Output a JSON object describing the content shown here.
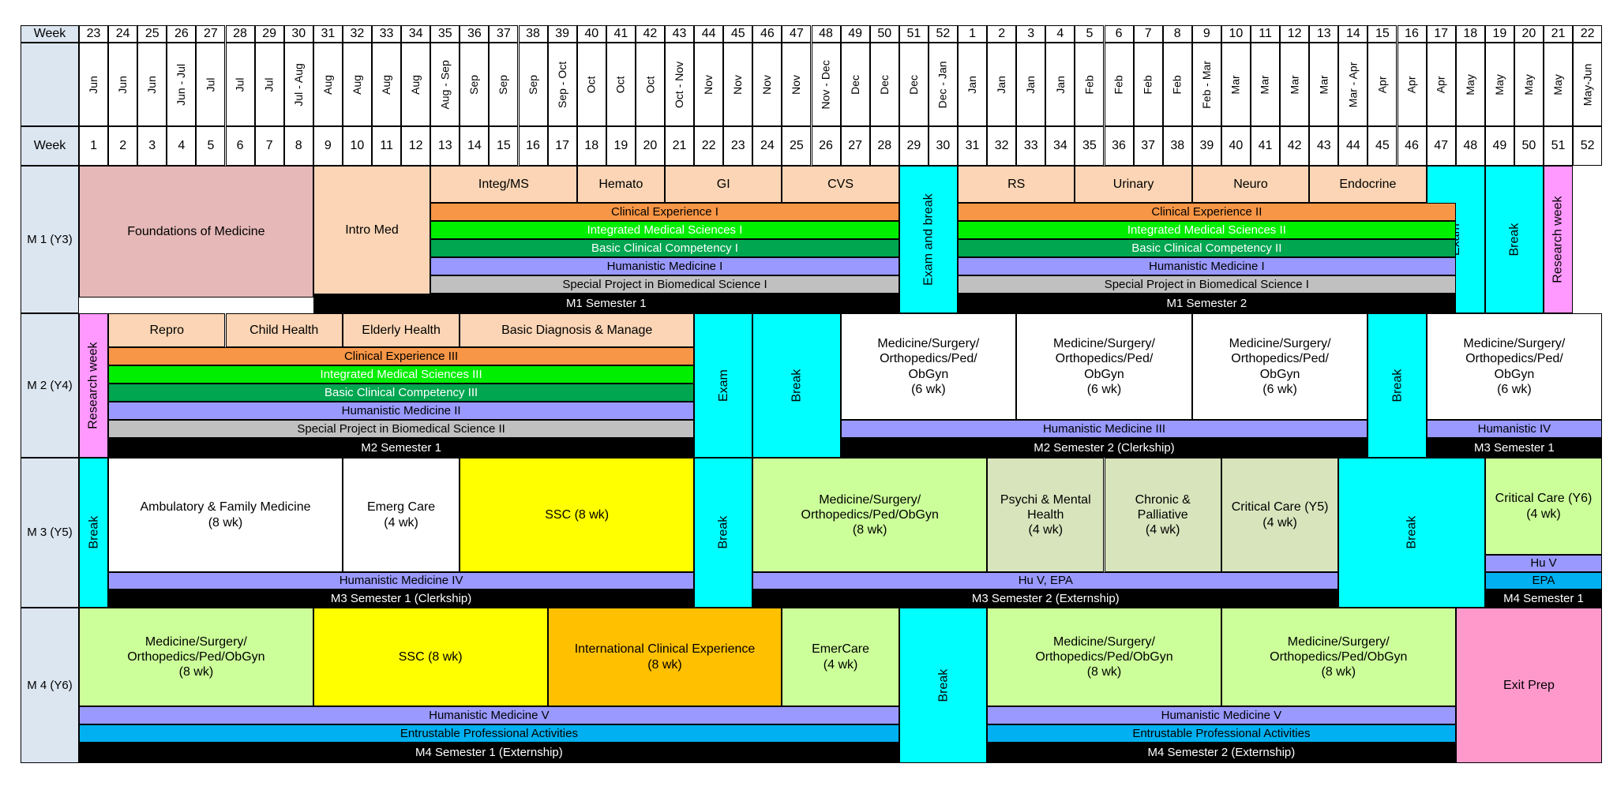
{
  "calendar_weeks": [
    "23",
    "24",
    "25",
    "26",
    "27",
    "28",
    "29",
    "30",
    "31",
    "32",
    "33",
    "34",
    "35",
    "36",
    "37",
    "38",
    "39",
    "40",
    "41",
    "42",
    "43",
    "44",
    "45",
    "46",
    "47",
    "48",
    "49",
    "50",
    "51",
    "52",
    "1",
    "2",
    "3",
    "4",
    "5",
    "6",
    "7",
    "8",
    "9",
    "10",
    "11",
    "12",
    "13",
    "14",
    "15",
    "16",
    "17",
    "18",
    "19",
    "20",
    "21",
    "22"
  ],
  "months": [
    "Jun",
    "Jun",
    "Jun",
    "Jun - Jul",
    "Jul",
    "Jul",
    "Jul",
    "Jul - Aug",
    "Aug",
    "Aug",
    "Aug",
    "Aug",
    "Aug - Sep",
    "Sep",
    "Sep",
    "Sep",
    "Sep - Oct",
    "Oct",
    "Oct",
    "Oct",
    "Oct - Nov",
    "Nov",
    "Nov",
    "Nov",
    "Nov",
    "Nov - Dec",
    "Dec",
    "Dec",
    "Dec",
    "Dec - Jan",
    "Jan",
    "Jan",
    "Jan",
    "Jan",
    "Feb",
    "Feb",
    "Feb",
    "Feb",
    "Feb - Mar",
    "Mar",
    "Mar",
    "Mar",
    "Mar",
    "Mar - Apr",
    "Apr",
    "Apr",
    "Apr",
    "May",
    "May",
    "May",
    "May",
    "May-Jun"
  ],
  "academic_weeks": [
    "1",
    "2",
    "3",
    "4",
    "5",
    "6",
    "7",
    "8",
    "9",
    "10",
    "11",
    "12",
    "13",
    "14",
    "15",
    "16",
    "17",
    "18",
    "19",
    "20",
    "21",
    "22",
    "23",
    "24",
    "25",
    "26",
    "27",
    "28",
    "29",
    "30",
    "31",
    "32",
    "33",
    "34",
    "35",
    "36",
    "37",
    "38",
    "39",
    "40",
    "41",
    "42",
    "43",
    "44",
    "45",
    "46",
    "47",
    "48",
    "49",
    "50",
    "51",
    "52"
  ],
  "header_label": "Week",
  "rows": {
    "m1": "M 1 (Y3)",
    "m2": "M 2 (Y4)",
    "m3": "M 3 (Y5)",
    "m4": "M 4 (Y6)"
  },
  "colors": {
    "header_blue": "#dce6f1",
    "rose": "#e6b8b8",
    "peach": "#fbd5b5",
    "orange": "#f79646",
    "green": "#00ee00",
    "dark_green": "#00a650",
    "lavender": "#9999ff",
    "gray": "#c0c0c0",
    "black": "#000000",
    "cyan": "#00ffff",
    "pink": "#ff99ff",
    "light_green": "#ccff99",
    "pale_green": "#d8e4bc",
    "yellow": "#ffff00",
    "gold": "#ffc000",
    "sky": "#00b0f0",
    "exit_pink": "#ff99cc"
  },
  "blocks": [
    {
      "t": "Foundations of Medicine",
      "c": "rose",
      "k": "big"
    },
    {
      "t": "Intro Med",
      "c": "peach",
      "k": "big"
    },
    {
      "t": "Integ/MS",
      "c": "peach",
      "k": "big"
    },
    {
      "t": "Hemato",
      "c": "peach",
      "k": "big"
    },
    {
      "t": "GI",
      "c": "peach",
      "k": "big"
    },
    {
      "t": "CVS",
      "c": "peach",
      "k": "big"
    },
    {
      "t": "Exam and break",
      "c": "cyan",
      "k": "big",
      "v": true
    },
    {
      "t": "RS",
      "c": "peach",
      "k": "big"
    },
    {
      "t": "Urinary",
      "c": "peach",
      "k": "big"
    },
    {
      "t": "Neuro",
      "c": "peach",
      "k": "big"
    },
    {
      "t": "Endocrine",
      "c": "peach",
      "k": "big"
    },
    {
      "t": "Exam",
      "c": "cyan",
      "k": "big",
      "v": true
    },
    {
      "t": "Break",
      "c": "cyan",
      "k": "big",
      "v": true
    },
    {
      "t": "Research week",
      "c": "pink",
      "k": "big",
      "v": true
    },
    {
      "t": "Clinical Experience I",
      "c": "orange",
      "k": "bar"
    },
    {
      "t": "Integrated Medical Sciences I",
      "c": "green",
      "k": "bar",
      "w": true
    },
    {
      "t": "Basic Clinical Competency I",
      "c": "dark_green",
      "k": "bar",
      "w": true
    },
    {
      "t": "Humanistic Medicine I",
      "c": "lavender",
      "k": "bar"
    },
    {
      "t": "Special Project in Biomedical Science I",
      "c": "gray",
      "k": "bar"
    },
    {
      "t": "M1 Semester 1",
      "c": "black",
      "k": "bar",
      "w": true
    },
    {
      "t": "Clinical Experience II",
      "c": "orange",
      "k": "bar"
    },
    {
      "t": "Integrated Medical Sciences II",
      "c": "green",
      "k": "bar",
      "w": true
    },
    {
      "t": "Basic Clinical Competency II",
      "c": "dark_green",
      "k": "bar",
      "w": true
    },
    {
      "t": "Humanistic Medicine I",
      "c": "lavender",
      "k": "bar"
    },
    {
      "t": "Special Project in Biomedical Science I",
      "c": "gray",
      "k": "bar"
    },
    {
      "t": "M1 Semester 2",
      "c": "black",
      "k": "bar",
      "w": true
    },
    {
      "t": "Research week",
      "c": "pink",
      "k": "big",
      "v": true
    },
    {
      "t": "Repro",
      "c": "peach",
      "k": "big"
    },
    {
      "t": "Child Health",
      "c": "peach",
      "k": "big"
    },
    {
      "t": "Elderly Health",
      "c": "peach",
      "k": "big"
    },
    {
      "t": "Basic Diagnosis & Manage",
      "c": "peach",
      "k": "big"
    },
    {
      "t": "Clinical Experience III",
      "c": "orange",
      "k": "bar"
    },
    {
      "t": "Integrated Medical Sciences III",
      "c": "green",
      "k": "bar",
      "w": true
    },
    {
      "t": "Basic Clinical Competency III",
      "c": "dark_green",
      "k": "bar",
      "w": true
    },
    {
      "t": "Humanistic Medicine II",
      "c": "lavender",
      "k": "bar"
    },
    {
      "t": "Special Project in Biomedical Science II",
      "c": "gray",
      "k": "bar"
    },
    {
      "t": "M2 Semester 1",
      "c": "black",
      "k": "bar",
      "w": true
    },
    {
      "t": "Exam",
      "c": "cyan",
      "k": "big",
      "v": true
    },
    {
      "t": "Break",
      "c": "cyan",
      "k": "big",
      "v": true
    },
    {
      "t": "Medicine/Surgery/\nOrthopedics/Ped/\nObGyn\n(6 wk)",
      "c": "white",
      "k": "big"
    },
    {
      "t": "Medicine/Surgery/\nOrthopedics/Ped/\nObGyn\n(6 wk)",
      "c": "white",
      "k": "big"
    },
    {
      "t": "Medicine/Surgery/\nOrthopedics/Ped/\nObGyn\n(6 wk)",
      "c": "white",
      "k": "big"
    },
    {
      "t": "Humanistic Medicine III",
      "c": "lavender",
      "k": "bar"
    },
    {
      "t": "M2 Semester 2 (Clerkship)",
      "c": "black",
      "k": "bar",
      "w": true
    },
    {
      "t": "Break",
      "c": "cyan",
      "k": "big",
      "v": true
    },
    {
      "t": "Medicine/Surgery/\nOrthopedics/Ped/\nObGyn\n(6 wk)",
      "c": "white",
      "k": "big"
    },
    {
      "t": "Humanistic IV",
      "c": "lavender",
      "k": "bar"
    },
    {
      "t": "M3 Semester 1",
      "c": "black",
      "k": "bar",
      "w": true
    },
    {
      "t": "Break",
      "c": "cyan",
      "k": "big",
      "v": true
    },
    {
      "t": "Ambulatory & Family Medicine\n(8 wk)",
      "c": "white",
      "k": "big"
    },
    {
      "t": "Emerg Care\n(4 wk)",
      "c": "white",
      "k": "big"
    },
    {
      "t": "SSC (8 wk)",
      "c": "yellow",
      "k": "big"
    },
    {
      "t": "Humanistic Medicine IV",
      "c": "lavender",
      "k": "bar"
    },
    {
      "t": "M3 Semester 1 (Clerkship)",
      "c": "black",
      "k": "bar",
      "w": true
    },
    {
      "t": "Break",
      "c": "cyan",
      "k": "big",
      "v": true
    },
    {
      "t": "Medicine/Surgery/\nOrthopedics/Ped/ObGyn\n(8 wk)",
      "c": "light_green",
      "k": "big"
    },
    {
      "t": "Psychi & Mental\nHealth\n(4 wk)",
      "c": "pale_green",
      "k": "big"
    },
    {
      "t": "Chronic &\nPalliative\n(4 wk)",
      "c": "pale_green",
      "k": "big"
    },
    {
      "t": "Critical Care (Y5)\n(4 wk)",
      "c": "pale_green",
      "k": "big"
    },
    {
      "t": "Hu V, EPA",
      "c": "lavender",
      "k": "bar"
    },
    {
      "t": "M3 Semester 2 (Externship)",
      "c": "black",
      "k": "bar",
      "w": true
    },
    {
      "t": "Break",
      "c": "cyan",
      "k": "big",
      "v": true
    },
    {
      "t": "Critical Care (Y6)\n(4 wk)",
      "c": "light_green",
      "k": "big"
    },
    {
      "t": "Hu V",
      "c": "lavender",
      "k": "bar"
    },
    {
      "t": "EPA",
      "c": "sky",
      "k": "bar"
    },
    {
      "t": "M4 Semester 1",
      "c": "black",
      "k": "bar",
      "w": true
    },
    {
      "t": "Medicine/Surgery/\nOrthopedics/Ped/ObGyn\n(8 wk)",
      "c": "light_green",
      "k": "big"
    },
    {
      "t": "SSC (8 wk)",
      "c": "yellow",
      "k": "big"
    },
    {
      "t": "International Clinical Experience\n(8 wk)",
      "c": "gold",
      "k": "big"
    },
    {
      "t": "EmerCare\n(4 wk)",
      "c": "light_green",
      "k": "big"
    },
    {
      "t": "Humanistic Medicine V",
      "c": "lavender",
      "k": "bar"
    },
    {
      "t": "Entrustable Professional Activities",
      "c": "sky",
      "k": "bar"
    },
    {
      "t": "M4 Semester 1 (Externship)",
      "c": "black",
      "k": "bar",
      "w": true
    },
    {
      "t": "Break",
      "c": "cyan",
      "k": "big",
      "v": true
    },
    {
      "t": "Medicine/Surgery/\nOrthopedics/Ped/ObGyn\n(8 wk)",
      "c": "light_green",
      "k": "big"
    },
    {
      "t": "Medicine/Surgery/\nOrthopedics/Ped/ObGyn\n(8 wk)",
      "c": "light_green",
      "k": "big"
    },
    {
      "t": "Humanistic Medicine V",
      "c": "lavender",
      "k": "bar"
    },
    {
      "t": "Entrustable Professional Activities",
      "c": "sky",
      "k": "bar"
    },
    {
      "t": "M4 Semester 2 (Externship)",
      "c": "black",
      "k": "bar",
      "w": true
    },
    {
      "t": "Exit Prep",
      "c": "exit_pink",
      "k": "big"
    }
  ]
}
